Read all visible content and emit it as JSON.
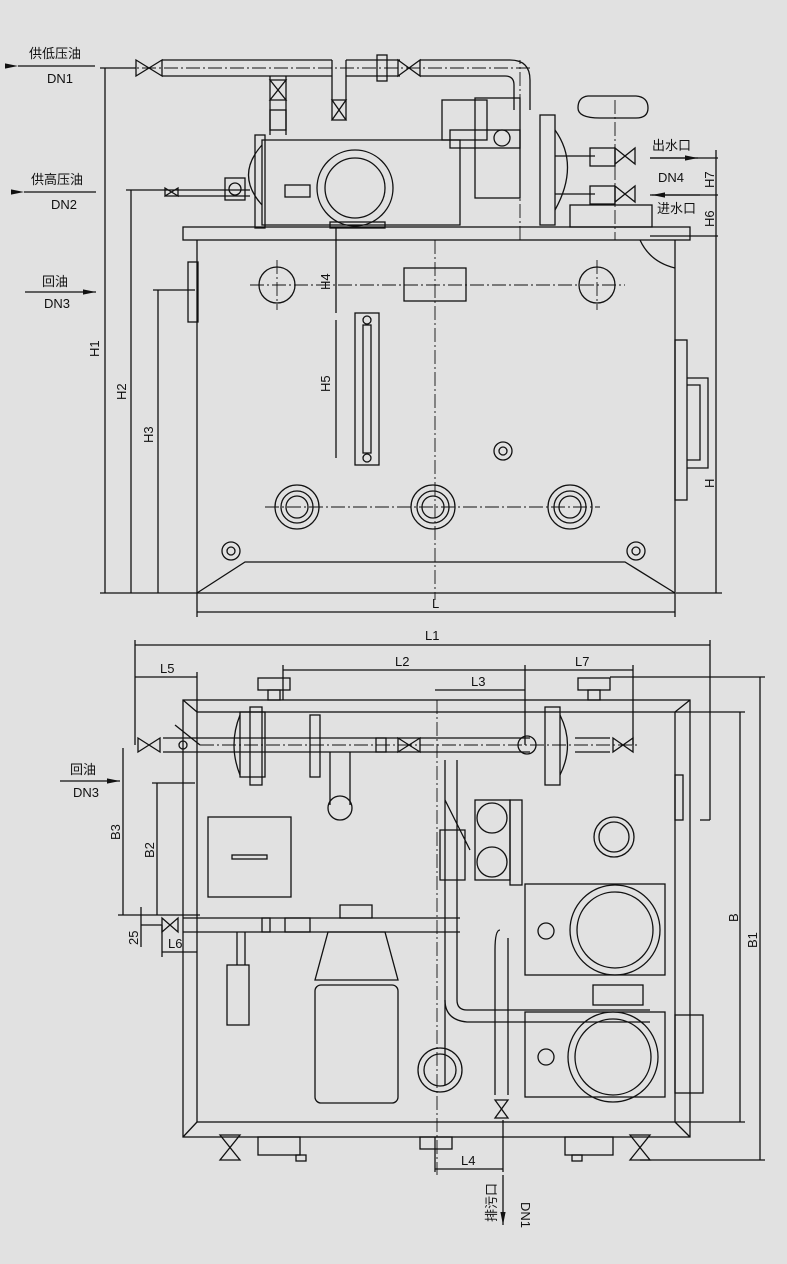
{
  "colors": {
    "background": "#e1e1e1",
    "line": "#111111"
  },
  "front_view": {
    "low_pressure_oil": {
      "label": "供低压油",
      "size": "DN1"
    },
    "high_pressure_oil": {
      "label": "供高压油",
      "size": "DN2"
    },
    "return_oil": {
      "label": "回油",
      "size": "DN3"
    },
    "water_outlet": {
      "label": "出水口"
    },
    "water_size": "DN4",
    "water_inlet": {
      "label": "进水口"
    },
    "dims": {
      "h1": "H1",
      "h2": "H2",
      "h3": "H3",
      "h4": "H4",
      "h5": "H5",
      "h6": "H6",
      "h7": "H7",
      "h": "H",
      "l": "L"
    }
  },
  "plan_view": {
    "return_oil": {
      "label": "回油",
      "size": "DN3"
    },
    "drain": {
      "label": "排污口",
      "size": "DN1"
    },
    "dims": {
      "l1": "L1",
      "l2": "L2",
      "l3": "L3",
      "l4": "L4",
      "l5": "L5",
      "l6": "L6",
      "l7": "L7",
      "b": "B",
      "b1": "B1",
      "b2": "B2",
      "b3": "B3",
      "d25": "25"
    }
  }
}
